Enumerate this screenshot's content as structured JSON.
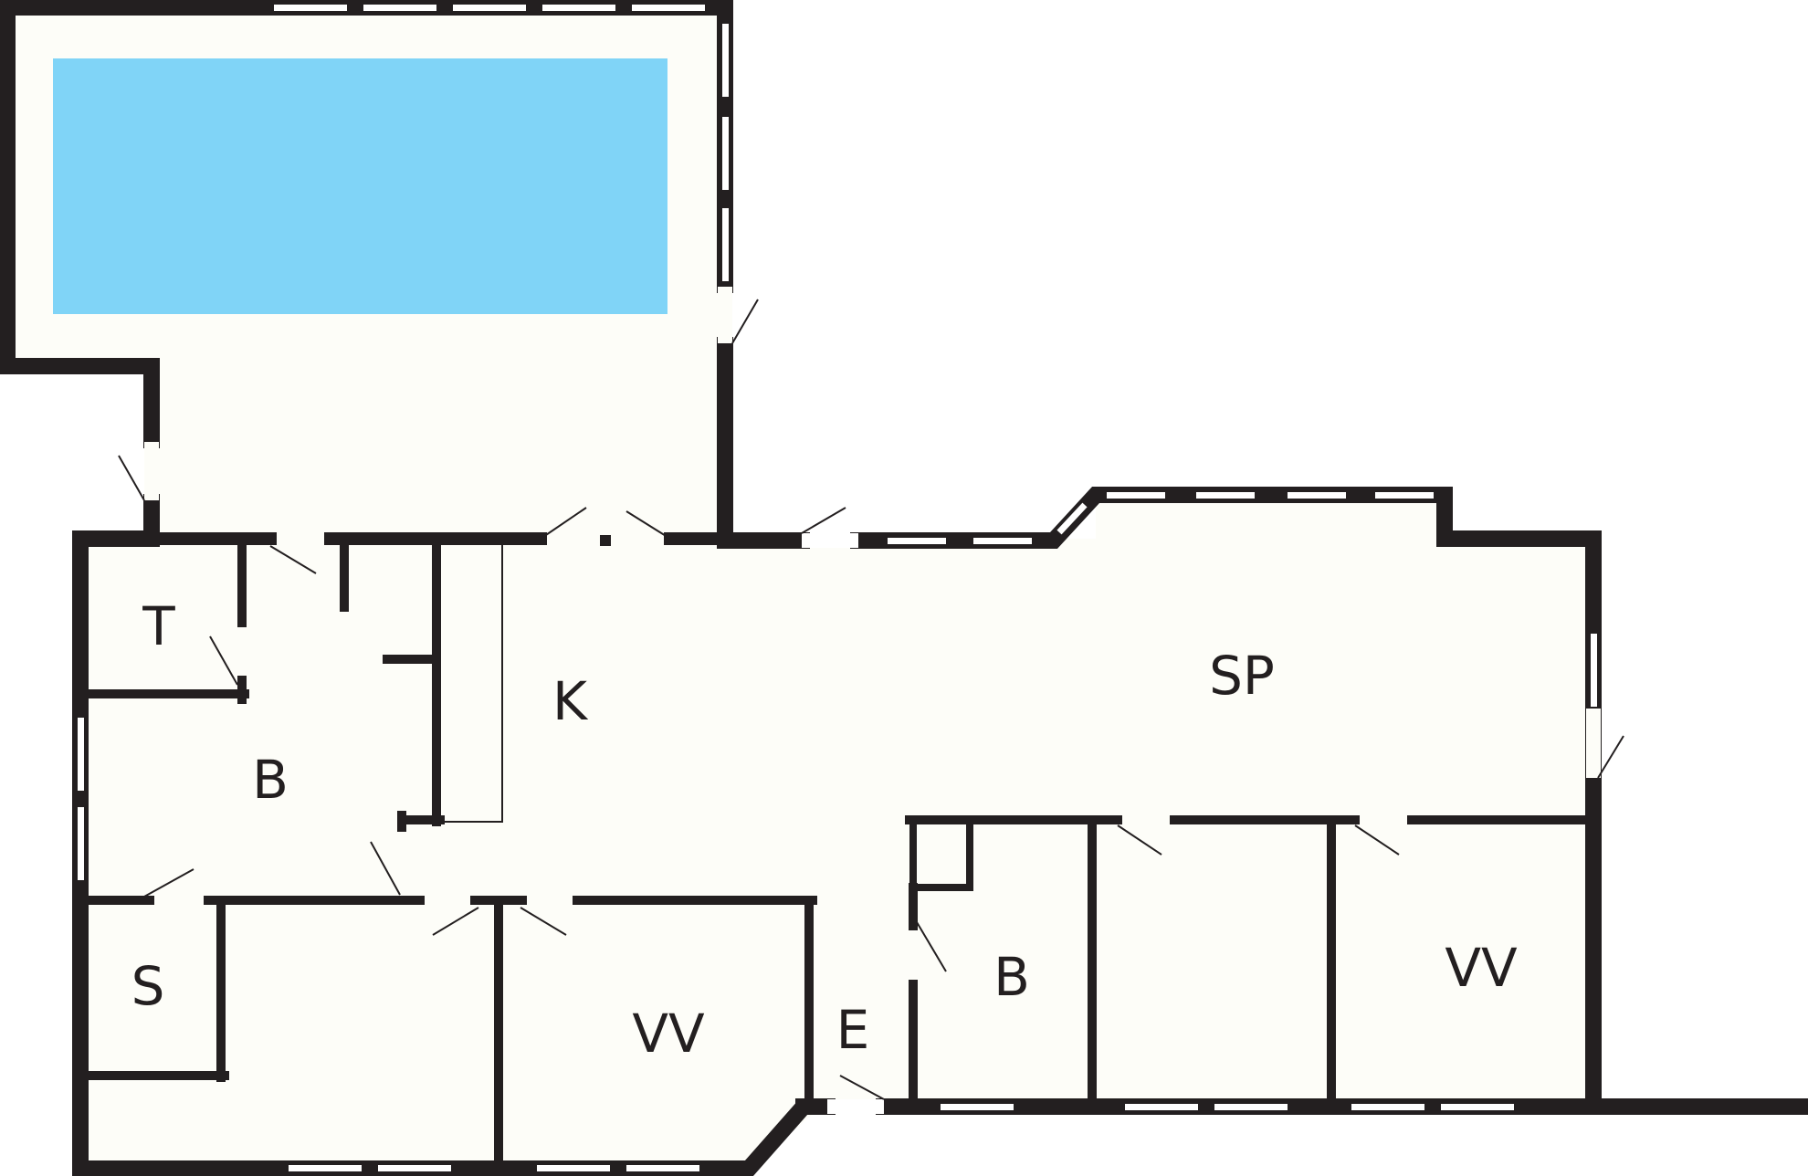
{
  "colors": {
    "wall": "#231f20",
    "floor": "#fdfdf8",
    "pool": "#80d4f7",
    "window_glass": "#ffffff",
    "background": "#ffffff"
  },
  "rooms": {
    "toilet": "T",
    "bath_1": "B",
    "kitchen": "K",
    "living_room": "SP",
    "storage": "S",
    "bedroom_1": "VV",
    "entrance": "E",
    "bath_2": "B",
    "bedroom_2": "VV"
  },
  "features": {
    "pool": "swimming-pool"
  }
}
